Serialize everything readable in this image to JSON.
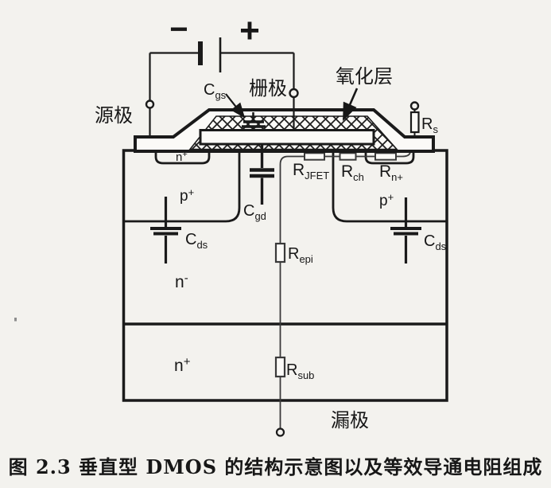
{
  "figure": {
    "caption": "图 2.3  垂直型 DMOS 的结构示意图以及等效导通电阻组成"
  },
  "terminals": {
    "source": "源极",
    "gate": "栅极",
    "drain": "漏极"
  },
  "battery": {
    "negative": "−",
    "positive": "+"
  },
  "annotations": {
    "oxide_layer": "氧化层"
  },
  "capacitors": {
    "cgs": {
      "main": "C",
      "sub": "gs"
    },
    "cgd": {
      "main": "C",
      "sub": "gd"
    },
    "cds_left": {
      "main": "C",
      "sub": "ds"
    },
    "cds_right": {
      "main": "C",
      "sub": "ds"
    }
  },
  "resistors": {
    "rs": {
      "main": "R",
      "sub": "s"
    },
    "rjfet": {
      "main": "R",
      "sub": "JFET"
    },
    "rch": {
      "main": "R",
      "sub": "ch"
    },
    "rnplus": {
      "main": "R",
      "sub": "n+"
    },
    "repi": {
      "main": "R",
      "sub": "epi"
    },
    "rsub": {
      "main": "R",
      "sub": "sub"
    }
  },
  "regions": {
    "nplus_source_left": {
      "main": "n",
      "sup": "+"
    },
    "pwell_left": {
      "main": "p",
      "sup": "+"
    },
    "pwell_right": {
      "main": "p",
      "sup": "+"
    },
    "n_drift": {
      "main": "n",
      "sup": "-"
    },
    "nplus_substrate": {
      "main": "n",
      "sup": "+"
    }
  },
  "colors": {
    "ink": "#1a1a1a",
    "paper": "#f3f2ee",
    "shape_fill": "#fbfaf7"
  }
}
